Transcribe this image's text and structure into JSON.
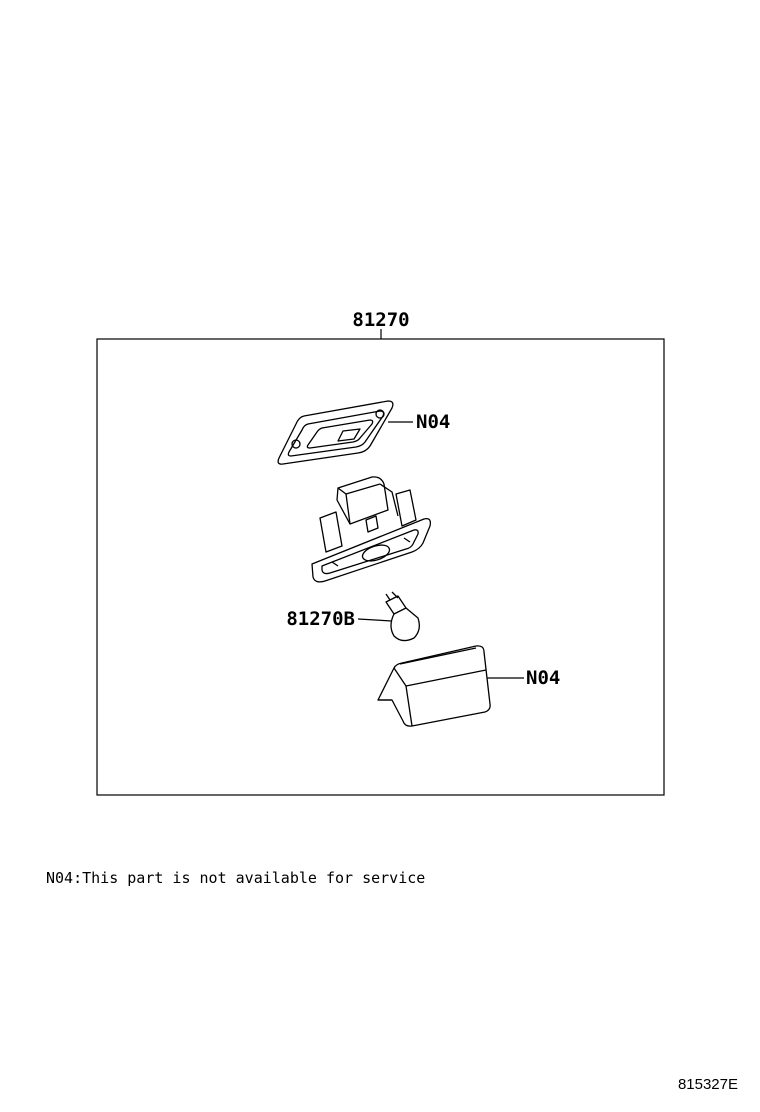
{
  "callouts": {
    "assembly": "81270",
    "gasket": "N04",
    "bulb": "81270B",
    "lens": "N04"
  },
  "note": "N04:This part is not available for service",
  "figure_id": "815327E",
  "line_color": "#000000",
  "background_color": "#ffffff"
}
